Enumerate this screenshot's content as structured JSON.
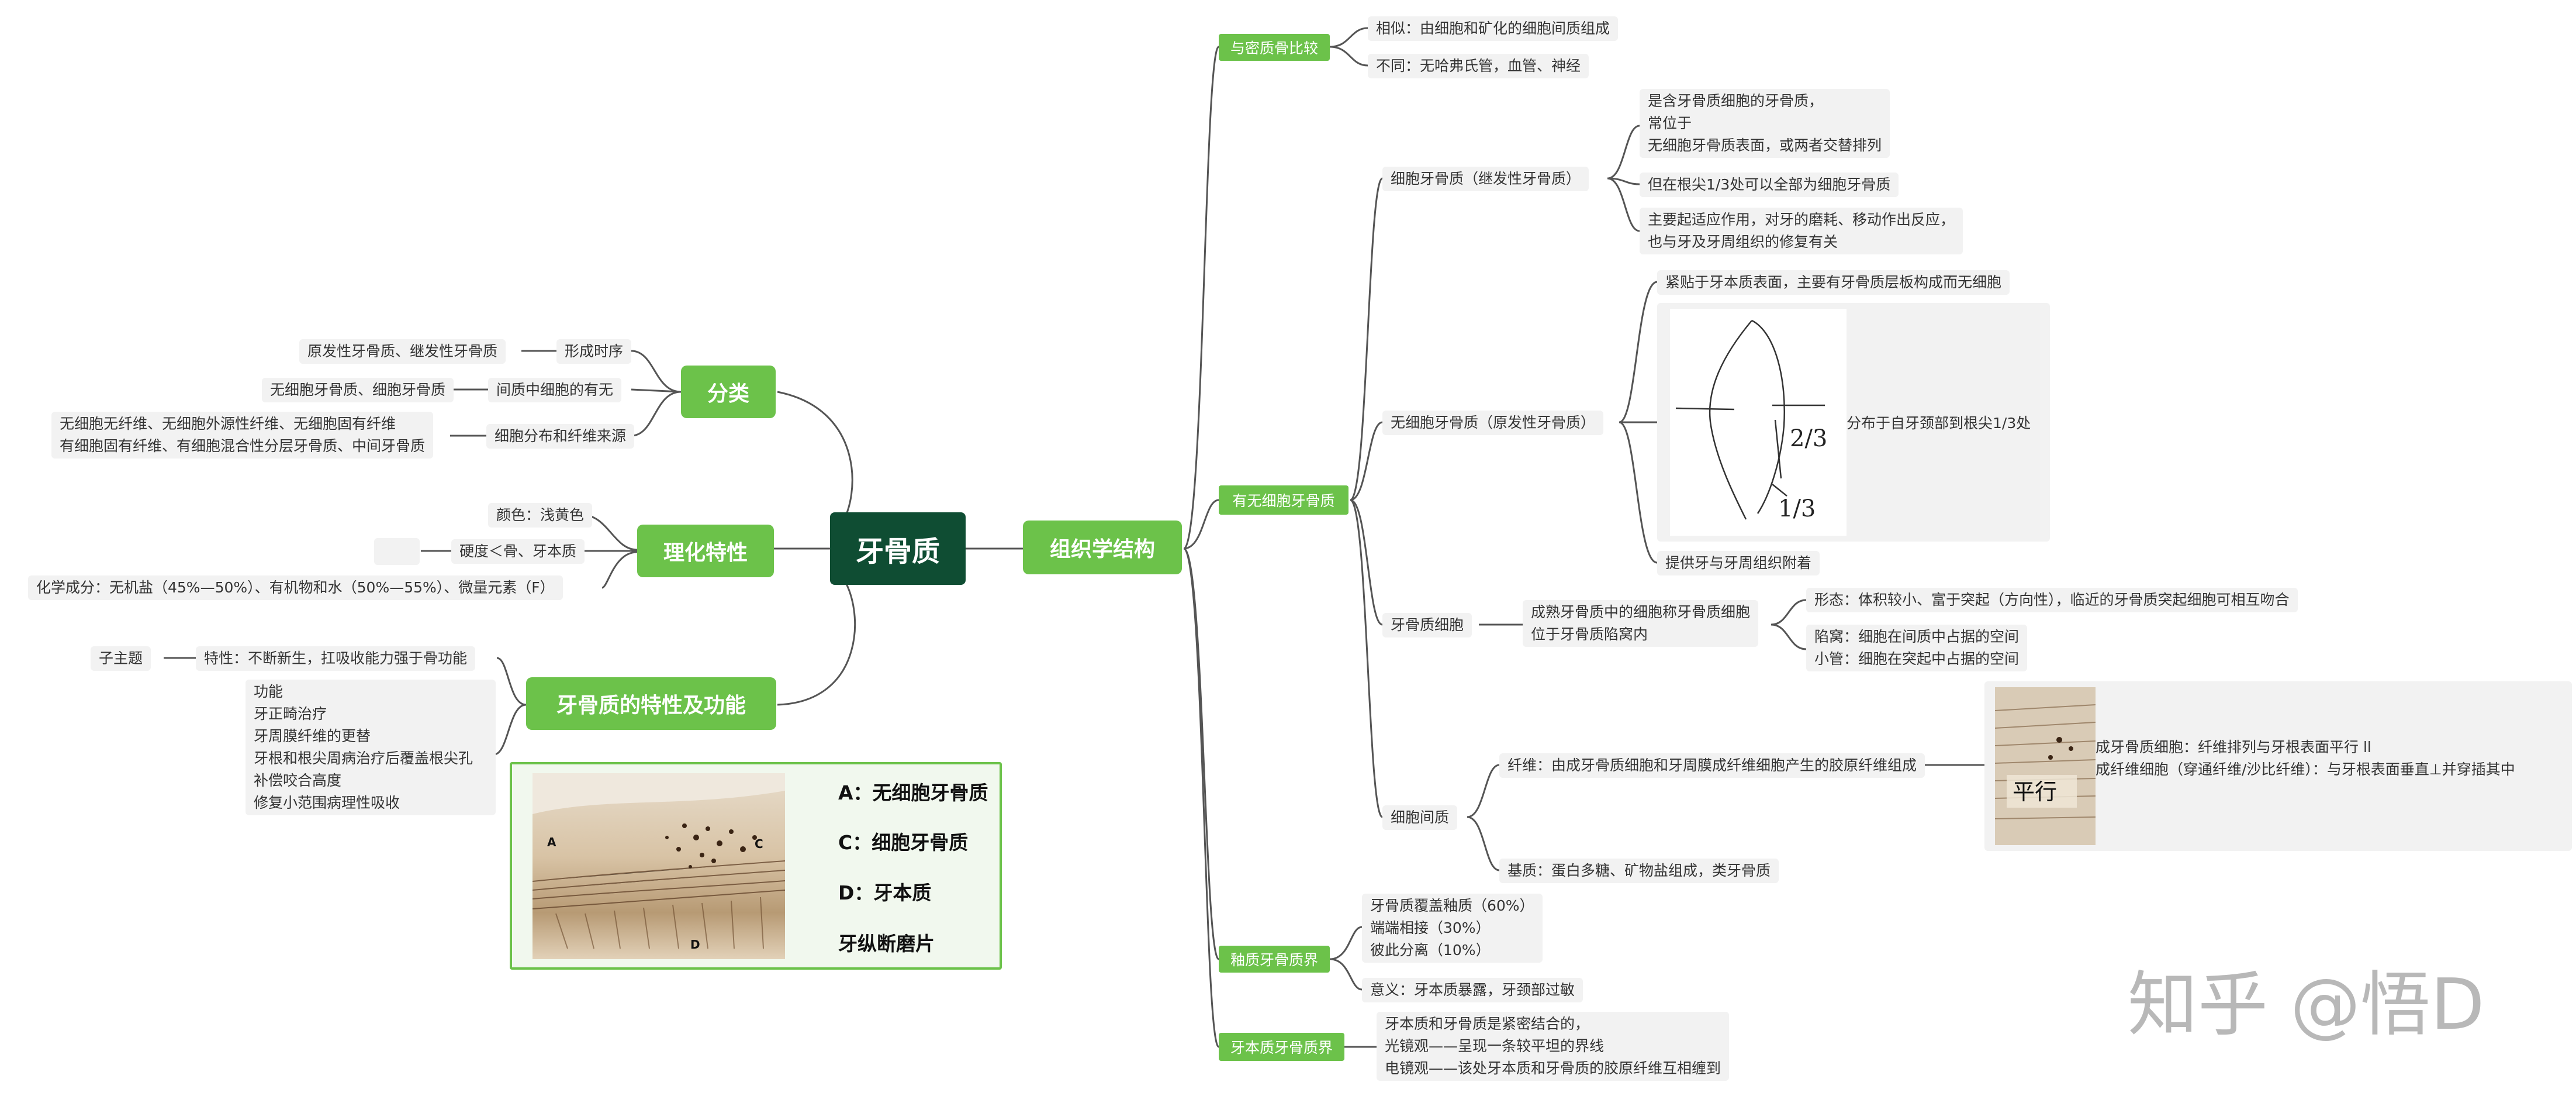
{
  "root": "牙骨质",
  "branches": {
    "classification": "分类",
    "physchem": "理化特性",
    "features": "牙骨质的特性及功能",
    "histology": "组织学结构"
  },
  "classification": {
    "sub1": "形成时序",
    "sub1_leaf": "原发性牙骨质、继发性牙骨质",
    "sub2": "间质中细胞的有无",
    "sub2_leaf": "无细胞牙骨质、细胞牙骨质",
    "sub3": "细胞分布和纤维来源",
    "sub3_leaf": "无细胞无纤维、无细胞外源性纤维、无细胞固有纤维\n有细胞固有纤维、有细胞混合性分层牙骨质、中间牙骨质"
  },
  "physchem": {
    "color": "颜色：浅黄色",
    "hardness": "硬度＜骨、牙本质",
    "chemistry": "化学成分：无机盐（45%—50%）、有机物和水（50%—55%）、微量元素（F）"
  },
  "features": {
    "property": "特性：不断新生，扛吸收能力强于骨功能",
    "subtopic": "子主题",
    "functions": "功能\n牙正畸治疗\n牙周膜纤维的更替\n牙根和根尖周病治疗后覆盖根尖孔\n补偿咬合高度\n修复小范围病理性吸收",
    "legend": [
      {
        "label": "A：无细胞牙骨质"
      },
      {
        "label": "C：细胞牙骨质"
      },
      {
        "label": "D：牙本质"
      },
      {
        "label": "牙纵断磨片"
      }
    ],
    "image_letters": {
      "a": "A",
      "c": "C",
      "d": "D"
    }
  },
  "histology": {
    "compare": {
      "tag": "与密质骨比较",
      "similar": "相似：由细胞和矿化的细胞间质组成",
      "different": "不同：无哈弗氏管，血管、神经"
    },
    "cellular_acellular": {
      "tag": "有无细胞牙骨质",
      "cellular": {
        "label": "细胞牙骨质（继发性牙骨质）",
        "leaf1": "是含牙骨质细胞的牙骨质，\n常位于\n无细胞牙骨质表面，或两者交替排列",
        "leaf2": "但在根尖1/3处可以全部为细胞牙骨质",
        "leaf3": "主要起适应作用，对牙的磨耗、移动作出反应，\n也与牙及牙周组织的修复有关"
      },
      "acellular": {
        "label": "无细胞牙骨质（原发性牙骨质）",
        "leaf1": "紧贴于牙本质表面，主要有牙骨质层板构成而无细胞",
        "distribution": "分布于自牙颈部到根尖1/3处",
        "sketch_top": "2/3",
        "sketch_bottom": "1/3",
        "leaf3": "提供牙与牙周组织附着"
      },
      "cementocyte": {
        "label": "牙骨质细胞",
        "desc": "成熟牙骨质中的细胞称牙骨质细胞\n位于牙骨质陷窝内",
        "shape": "形态：体积较小、富于突起（方向性），临近的牙骨质突起细胞可相互吻合",
        "lacuna": "陷窝：细胞在间质中占据的空间\n小管：细胞在突起中占据的空间"
      },
      "matrix": {
        "label": "细胞间质",
        "fiber": "纤维：由成牙骨质细胞和牙周膜成纤维细胞产生的胶原纤维组成",
        "fiber_detail": "成牙骨质细胞：纤维排列与牙根表面平行 ll\n成纤维细胞（穿通纤维/沙比纤维）：与牙根表面垂直⊥并穿插其中",
        "fiber_img_label": "平行",
        "ground": "基质：蛋白多糖、矿物盐组成，类牙骨质"
      }
    },
    "enamel_cementum": {
      "tag": "釉质牙骨质界",
      "leaf1": "牙骨质覆盖釉质（60%）\n端端相接（30%）\n彼此分离（10%）",
      "leaf2": "意义：牙本质暴露，牙颈部过敏"
    },
    "dentin_cementum": {
      "tag": "牙本质牙骨质界",
      "leaf1": "牙本质和牙骨质是紧密结合的，\n光镜观——呈现一条较平坦的界线\n电镜观——该处牙本质和牙骨质的胶原纤维互相缠到"
    }
  },
  "watermark": "知乎 @悟D",
  "colors": {
    "branch": "#6cc24a",
    "root": "#0f4d33",
    "leaf_bg": "#f2f2f2",
    "line": "#555555"
  }
}
